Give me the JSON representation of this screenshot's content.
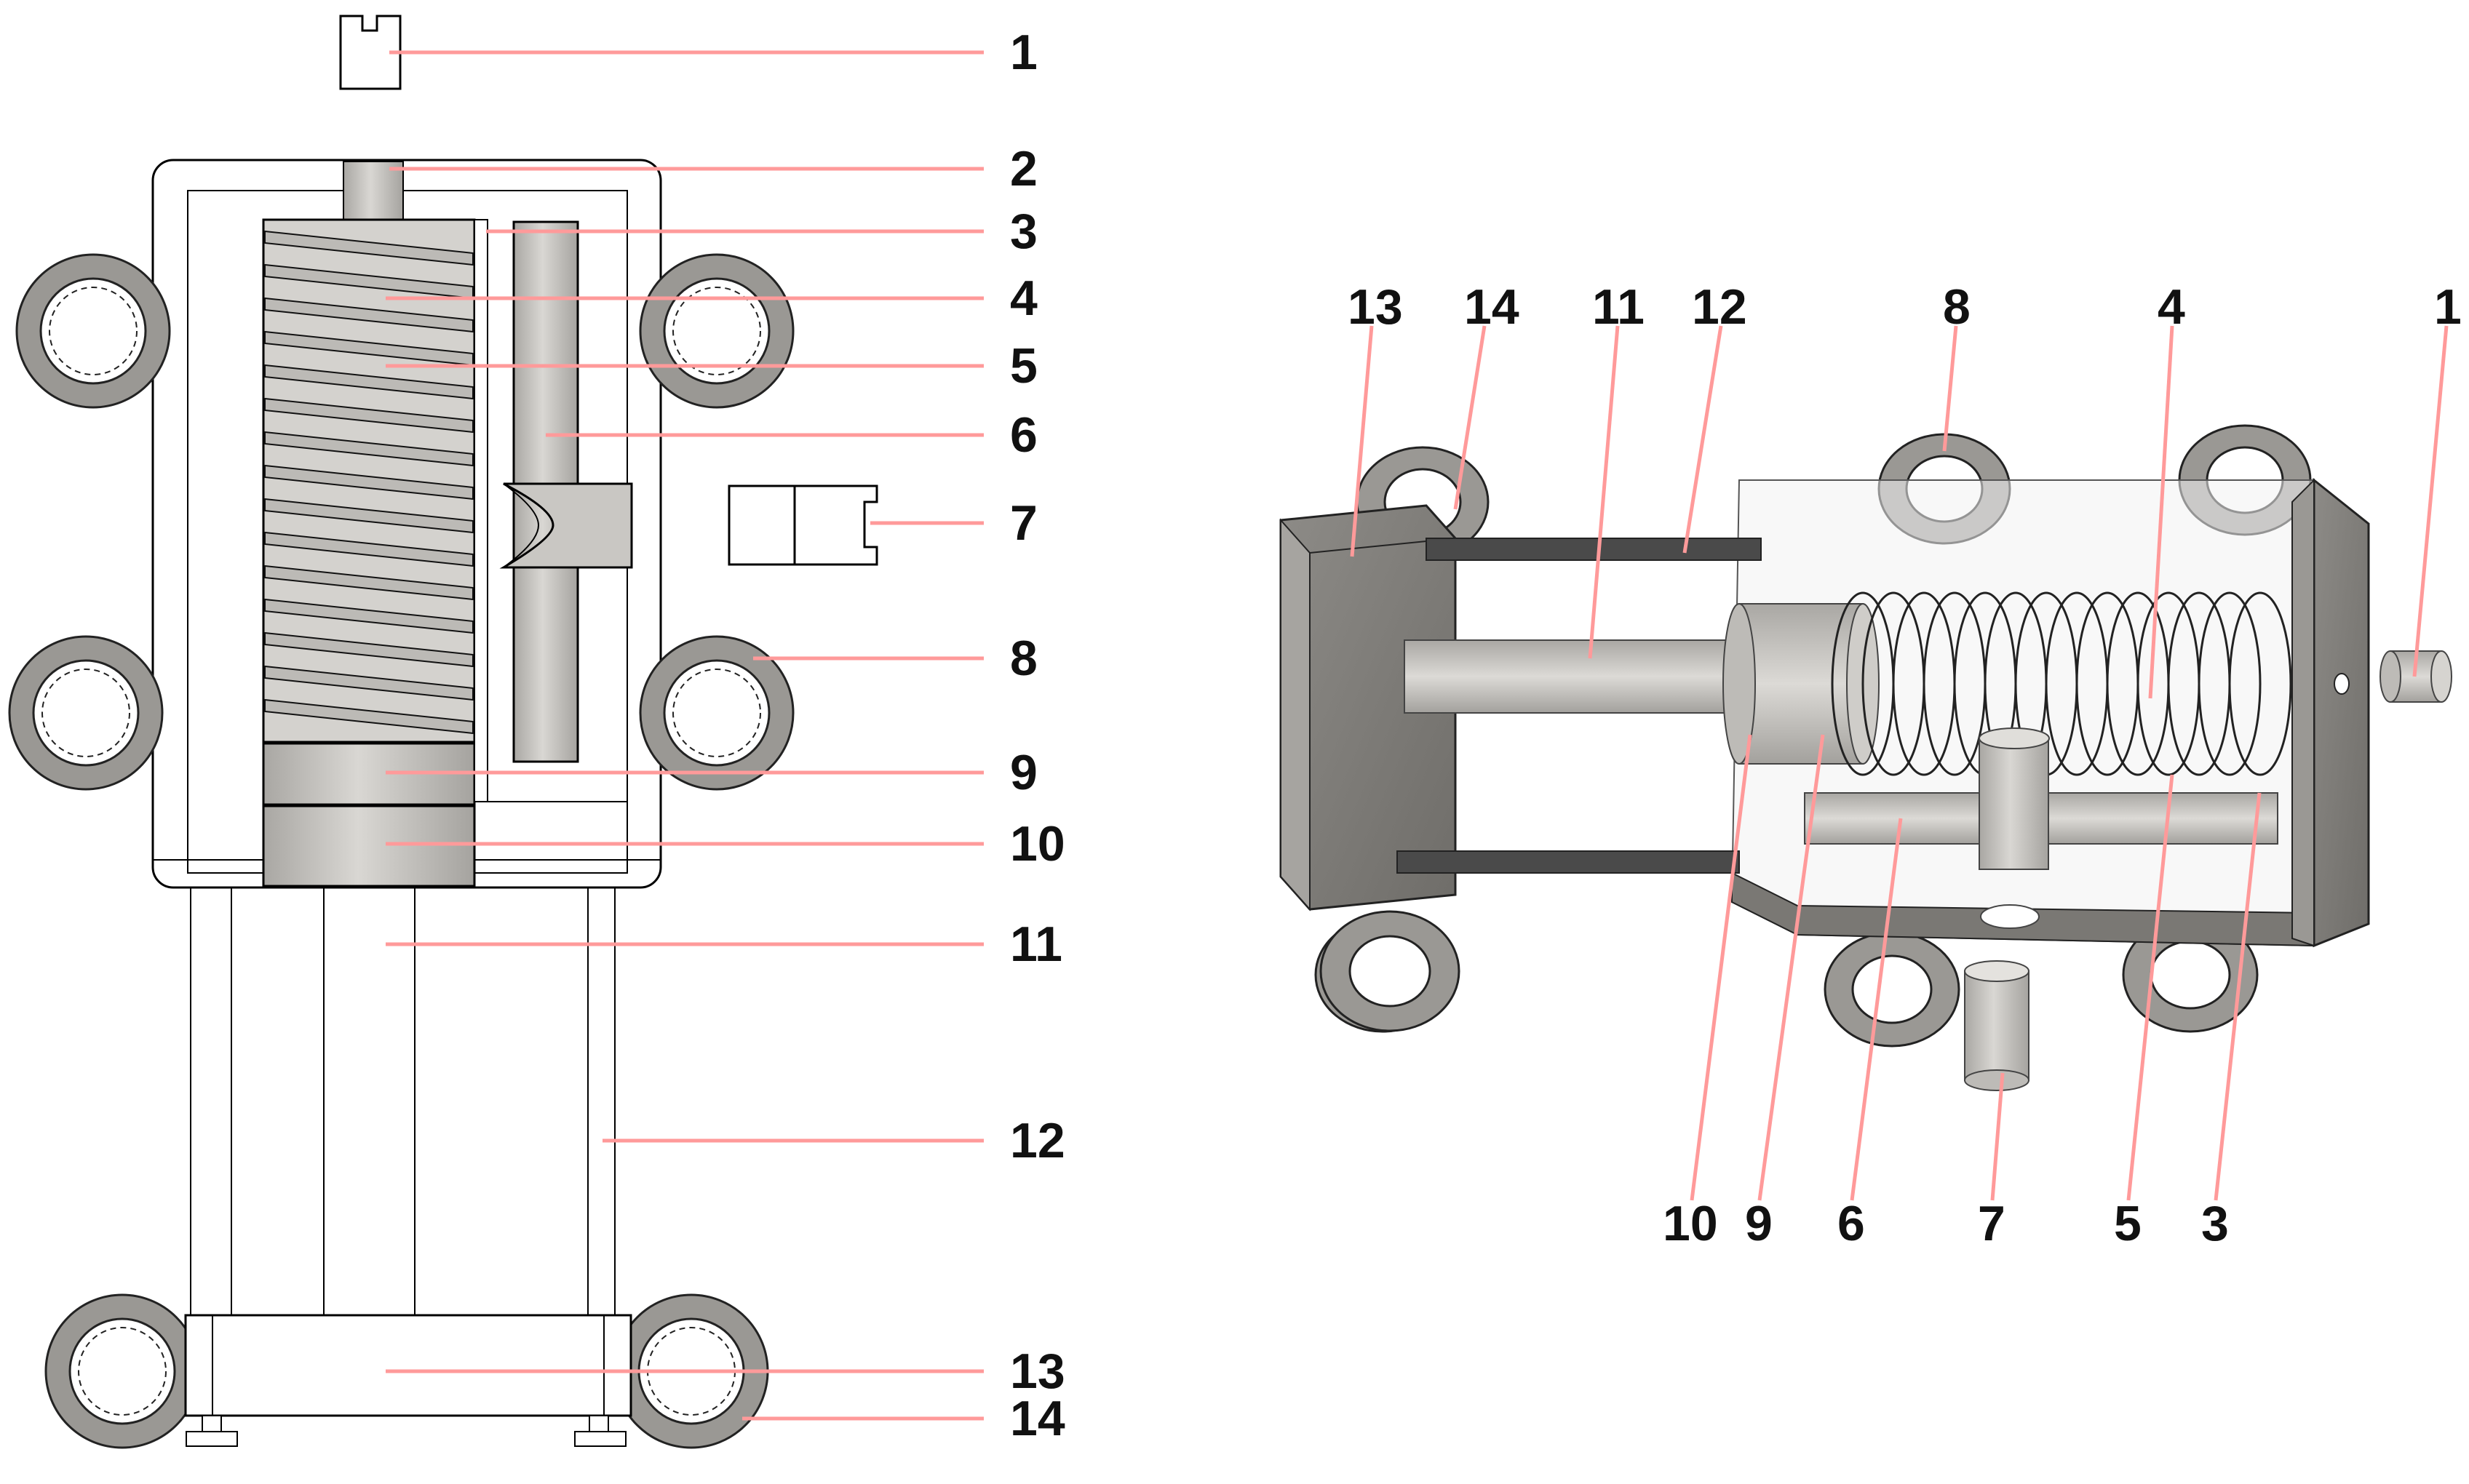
{
  "front_view": {
    "callouts": [
      "1",
      "2",
      "3",
      "4",
      "5",
      "6",
      "7",
      "8",
      "9",
      "10",
      "11",
      "12",
      "13",
      "14"
    ]
  },
  "iso_view": {
    "top_callouts": [
      "13",
      "14",
      "11",
      "12",
      "8",
      "4",
      "1"
    ],
    "bottom_callouts": [
      "10",
      "9",
      "6",
      "7",
      "5",
      "3"
    ]
  },
  "colors": {
    "leader": "#ff9a9a",
    "ring": "#9a9894",
    "body_fill": "#c9c7c3",
    "outline": "#000000"
  }
}
